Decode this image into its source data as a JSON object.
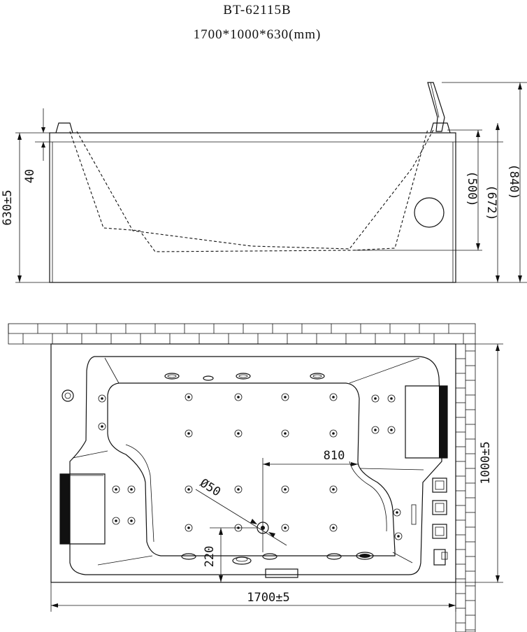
{
  "title": {
    "model": "BT-62115B",
    "size": "1700*1000*630(mm)"
  },
  "side_view": {
    "dim_height": "630±5",
    "dim_rim": "40",
    "dim_500": "(500)",
    "dim_672": "(672)",
    "dim_840": "(840)"
  },
  "top_view": {
    "dim_length": "1700±5",
    "dim_width": "1000±5",
    "dim_drain_x": "810",
    "dim_drain_y": "220",
    "dim_drain_dia": "Ø50"
  },
  "icons": [
    "headrest-icon",
    "jet-icon",
    "control-button-icon",
    "overflow-icon",
    "drain-icon",
    "faucet-icon"
  ]
}
